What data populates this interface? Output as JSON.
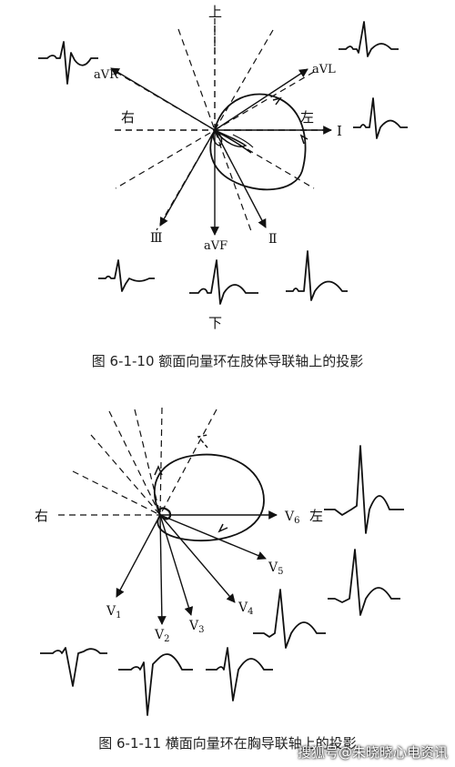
{
  "figure1": {
    "caption": "图 6-1-10   额面向量环在肢体导联轴上的投影",
    "labels": {
      "top": "上",
      "bottom": "下",
      "right": "右",
      "left": "左",
      "lead_I": "I",
      "lead_II": "Ⅱ",
      "lead_III": "Ⅲ",
      "aVR": "aVR",
      "aVL": "aVL",
      "aVF": "aVF"
    }
  },
  "figure2": {
    "caption": "图 6-1-11   横面向量环在胸导联轴上的投影",
    "labels": {
      "right": "右",
      "left": "左",
      "V1": "V",
      "V2": "V",
      "V3": "V",
      "V4": "V",
      "V5": "V",
      "V6": "V",
      "sub1": "1",
      "sub2": "2",
      "sub3": "3",
      "sub4": "4",
      "sub5": "5",
      "sub6": "6"
    }
  },
  "watermark": "搜狐号@朱晓晓心电资讯"
}
